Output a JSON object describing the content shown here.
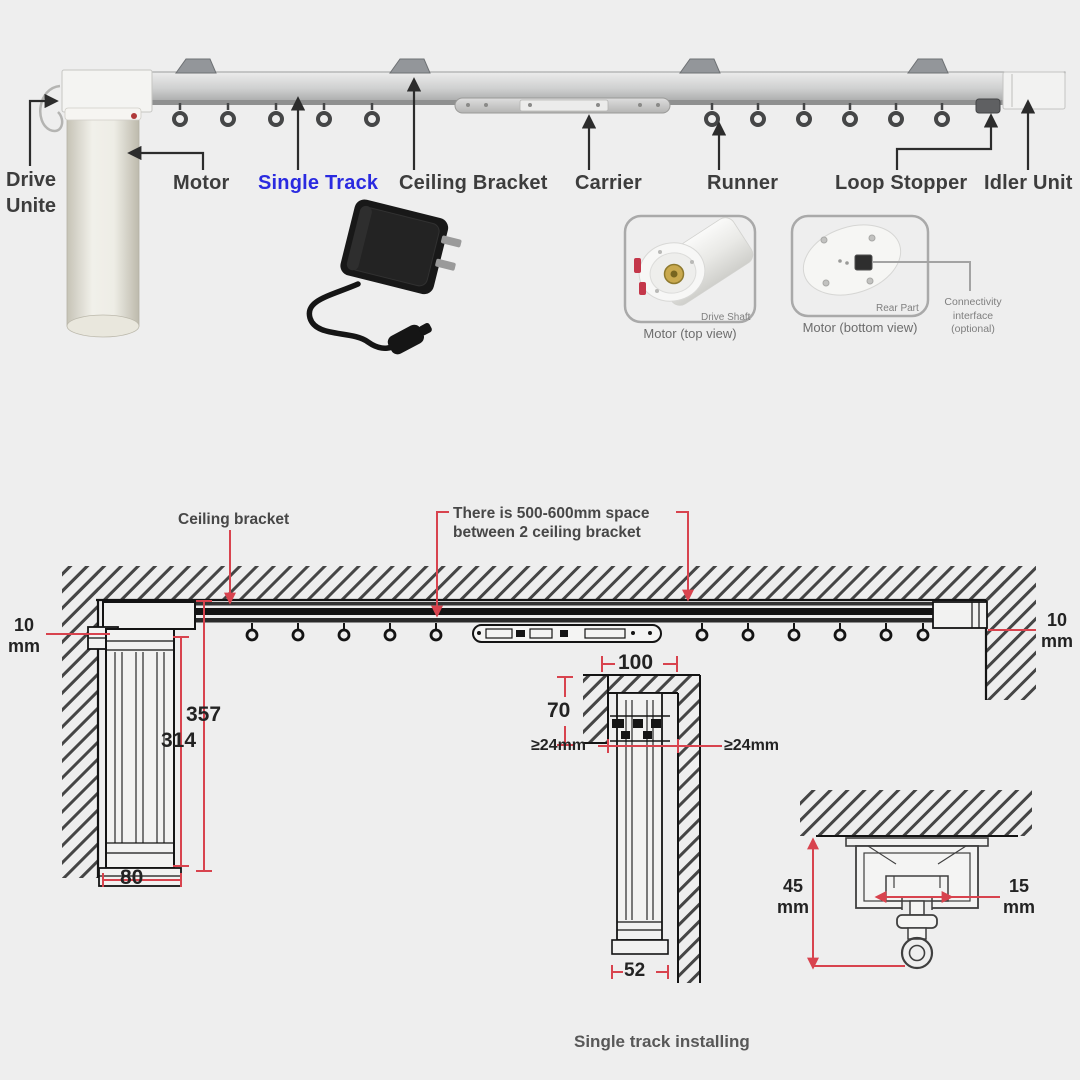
{
  "colors": {
    "background": "#eeeeee",
    "accent_blue": "#2a2ae0",
    "dim_red": "#d8434e",
    "label_dark": "#3d3d3d",
    "note_dark": "#474747",
    "caption_gray": "#6d6d6d"
  },
  "top_labels": {
    "drive_unite": "Drive Unite",
    "motor": "Motor",
    "single_track": "Single Track",
    "ceiling_bracket": "Ceiling Bracket",
    "carrier": "Carrier",
    "runner": "Runner",
    "loop_stopper": "Loop Stopper",
    "idler_unit": "Idler Unit"
  },
  "motor_views": {
    "top_view_caption": "Motor (top view)",
    "drive_shaft_label": "Drive Shaft",
    "bottom_view_caption": "Motor (bottom view)",
    "rear_part_label": "Rear Part",
    "connectivity_label": "Connectivity interface (optional)"
  },
  "install": {
    "ceiling_bracket_label": "Ceiling bracket",
    "spacing_note": "There is 500-600mm space\nbetween 2 ceiling bracket",
    "caption": "Single track installing",
    "dims": {
      "wall_gap_left": "10\nmm",
      "total_height": "357",
      "motor_height": "314",
      "motor_width": "80",
      "pocket_width": "100",
      "pocket_depth": "70",
      "clearance_left": "≥24mm",
      "clearance_right": "≥24mm",
      "motor_depth": "52",
      "wall_gap_right": "10\nmm",
      "track_drop": "45\nmm",
      "slot_width": "15\nmm"
    }
  }
}
